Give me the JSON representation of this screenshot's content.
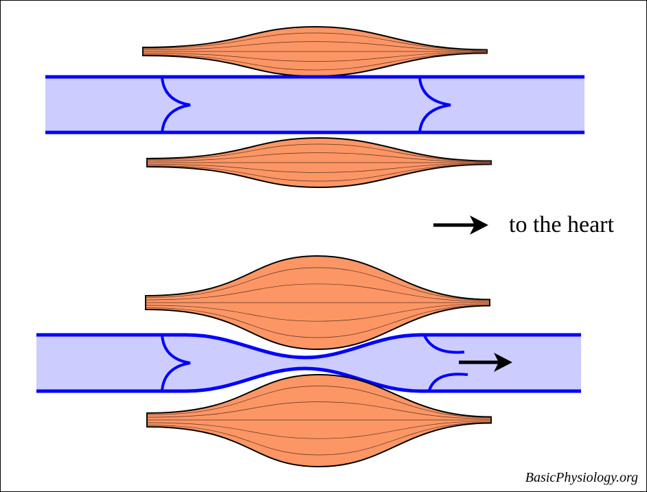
{
  "legend": {
    "text": "to the heart",
    "arrow_icon": "right-arrow-icon"
  },
  "credit": "BasicPhysiology.org",
  "colors": {
    "vein_wall": "#0000ff",
    "blood": "#ccccff",
    "muscle": "#fc9665",
    "outline": "#000000"
  },
  "panels": [
    {
      "name": "muscle-relaxed",
      "valves": [
        "closed",
        "closed"
      ]
    },
    {
      "name": "muscle-contracted",
      "valves": [
        "closed",
        "open"
      ]
    }
  ]
}
